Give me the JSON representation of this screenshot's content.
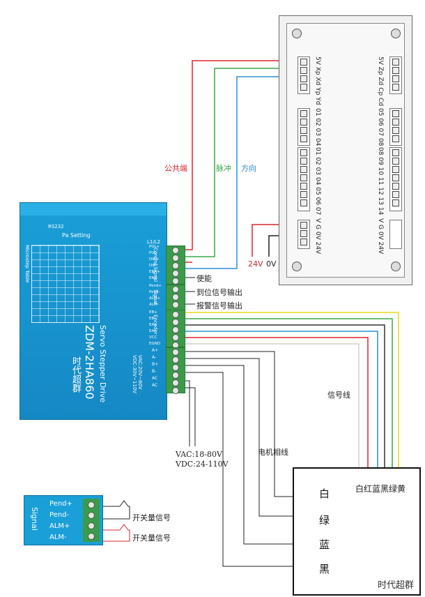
{
  "driver": {
    "brand": "时代超群",
    "model": "ZDM-2HA860",
    "subtitle": "Servo Stepper Drive",
    "rs232": "RS232",
    "pa_setting": "Pa Setting",
    "microstep_table": "Microstep Table",
    "l1l2": "L1/L2",
    "power_spec": "VAC:20V~80V\nVDC:30V~110V",
    "signal_pins": [
      "PUL+",
      "PUL-",
      "DIR+",
      "DIR-",
      "ENA+",
      "ENA-"
    ],
    "signal_group": "Control Signal",
    "pend_pins": [
      "Pend+",
      "Pend-",
      "ALM+",
      "ALM-"
    ],
    "pend_group": "Signal",
    "encoder_pins": [
      "EB+",
      "EB-",
      "EA+",
      "EA-",
      "VCC",
      "EGND"
    ],
    "encoder_group": "Encoder",
    "motor_pins": [
      "A+",
      "A-",
      "B+",
      "B-",
      "AC",
      "AC"
    ]
  },
  "labels": {
    "common": "公共端",
    "pulse": "脉冲",
    "direction": "方向",
    "enable": "使能",
    "in_position": "到位信号输出",
    "alarm": "报警信号输出",
    "v24": "24V",
    "v0": "0V",
    "signal_line": "信号线",
    "motor_phase": "电机相线",
    "power_vac": "VAC:18-80V",
    "power_vdc": "VDC:24-110V",
    "motor_colors": "白红蓝黑绿黄",
    "switch_signal_1": "开关量信号",
    "switch_signal_2": "开关量信号",
    "watermark": "时代超群"
  },
  "controller": {
    "top_left": "5V Xp Xd Yp Yd",
    "top_right": "5V Zp Zd Cp Cd",
    "mid1_left": "01 02 03 04",
    "mid1_right": "05 06 07 08",
    "mid2_left": "01 02 03 04 05 06 07",
    "mid2_right": "08 09 10 11 12 13 14",
    "pwr_left": "V  G  0V 24V",
    "pwr_right": "V  G  0V 24V"
  },
  "windings": {
    "w1": "白",
    "w2": "绿",
    "w3": "蓝",
    "w4": "黑"
  },
  "inset": {
    "pins": [
      "Pend+",
      "Pend-",
      "ALM+",
      "ALM-"
    ],
    "group": "Signal"
  },
  "colors": {
    "red": "#d8262a",
    "green": "#3aa64a",
    "blue": "#2a8fd8",
    "yellow": "#e8d81a",
    "white_wire": "#cfcfcf",
    "driver": "#1a9fd8",
    "terminal": "#3a9b4a"
  }
}
